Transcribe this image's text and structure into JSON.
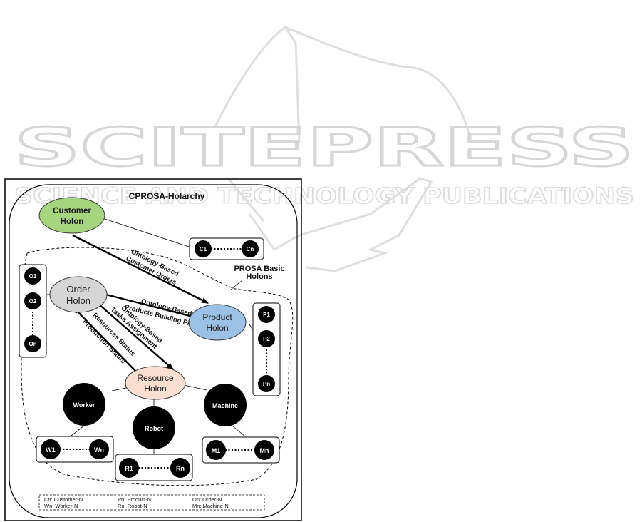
{
  "watermark": {
    "brand": "SCITEPRESS",
    "tagline": "SCIENCE AND TECHNOLOGY PUBLICATIONS"
  },
  "diagram": {
    "title": "CPROSA-Holarchy",
    "prosa_label_line1": "PROSA Basic",
    "prosa_label_line2": "Holons",
    "holons": {
      "customer": {
        "line1": "Customer",
        "line2": "Holon",
        "color": "#a6d47f"
      },
      "order": {
        "line1": "Order",
        "line2": "Holon",
        "color": "#d6d6d6"
      },
      "product": {
        "line1": "Product",
        "line2": "Holon",
        "color": "#9bc2e6"
      },
      "resource": {
        "line1": "Resource",
        "line2": "Holon",
        "color": "#fbe0d2"
      }
    },
    "sub_nodes": {
      "worker": "Worker",
      "robot": "Robot",
      "machine": "Machine"
    },
    "groups": {
      "customers": [
        "C1",
        "Cn"
      ],
      "orders": [
        "O1",
        "O2",
        "On"
      ],
      "products": [
        "P1",
        "P2",
        "Pn"
      ],
      "workers": [
        "W1",
        "Wn"
      ],
      "robots": [
        "R1",
        "Rn"
      ],
      "machines": [
        "M1",
        "Mn"
      ]
    },
    "edge_labels": {
      "customer_orders_1": "Ontology-Based",
      "customer_orders_2": "Customer Orders",
      "building_plan_1": "Ontology-Based",
      "building_plan_2": "Products Building Plan",
      "tasks_1": "Ontology-Based",
      "tasks_2": "Tasks Assignment",
      "status_1": "Resources Status",
      "status_2": "Production Status"
    },
    "legend": [
      [
        "Cn: Customer-N",
        "Pn: Product-N",
        "On: Order-N"
      ],
      [
        "Wn: Worker-N",
        "Rn: Robot-N",
        "Mn: Machine-N"
      ]
    ]
  }
}
